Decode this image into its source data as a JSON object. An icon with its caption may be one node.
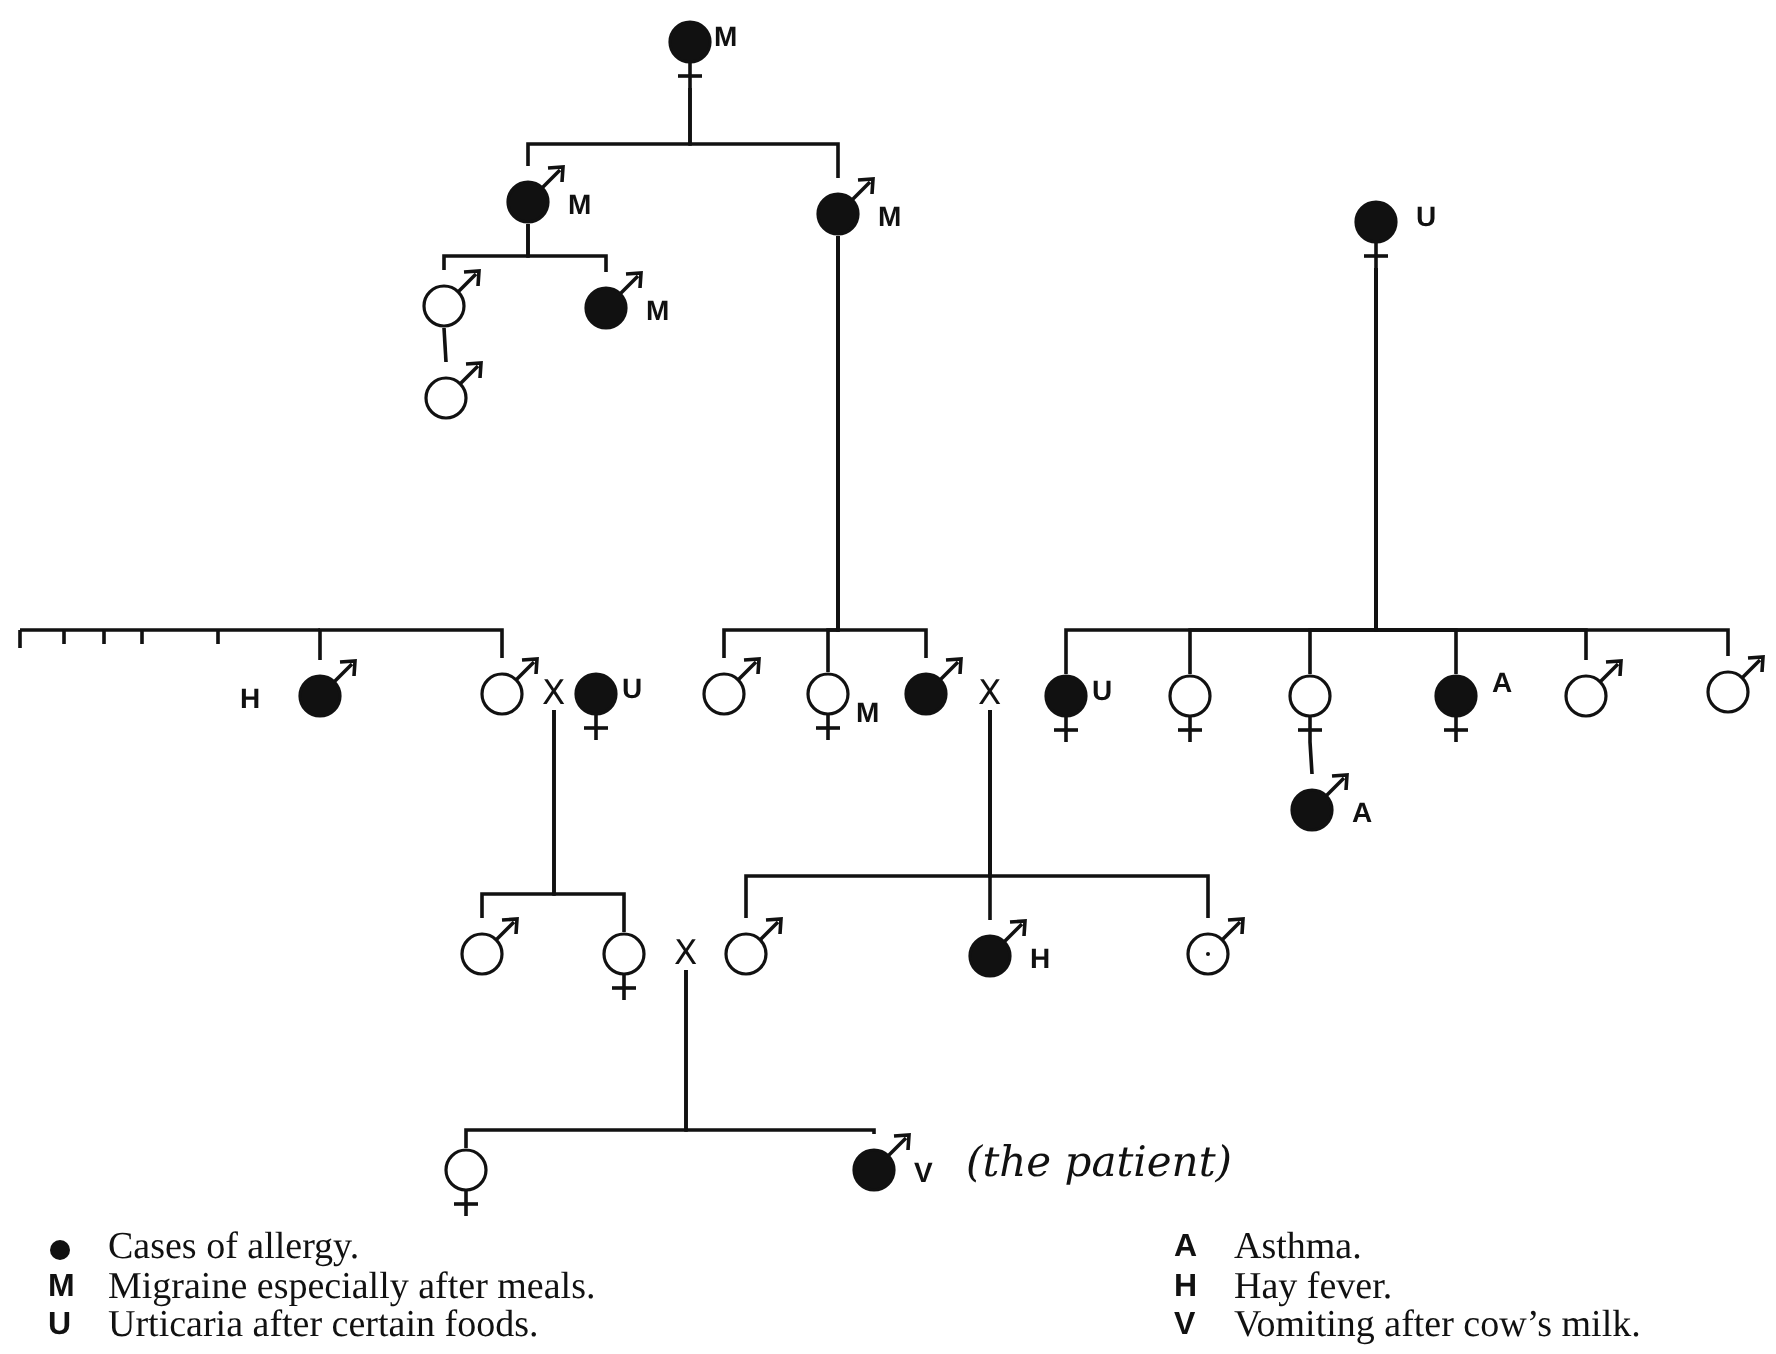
{
  "diagram": {
    "nodes": [
      {
        "text": [],
        "shape": "dot",
        "beside": [
          "M"
        ]
      },
      {
        "text": [],
        "shape": "dot",
        "beside": [
          "M"
        ]
      },
      {
        "text": [],
        "shape": "dot",
        "beside": [
          "M"
        ]
      },
      {
        "text": [],
        "shape": "dot",
        "beside": [
          "U"
        ]
      },
      {
        "text": [],
        "shape": "circle"
      },
      {
        "text": [],
        "shape": "dot",
        "beside": [
          "M"
        ]
      },
      {
        "text": [],
        "shape": "circle"
      },
      {
        "text": [],
        "shape": "dot",
        "beside": [
          "H"
        ]
      },
      {
        "text": [],
        "shape": "circle"
      },
      {
        "text": [
          "X"
        ]
      },
      {
        "text": [],
        "shape": "dot",
        "beside": [
          "U"
        ]
      },
      {
        "text": [],
        "shape": "circle"
      },
      {
        "text": [],
        "shape": "circle",
        "beside": [
          "M"
        ]
      },
      {
        "text": [],
        "shape": "dot"
      },
      {
        "text": [
          "X"
        ]
      },
      {
        "text": [],
        "shape": "dot",
        "beside": [
          "U"
        ]
      },
      {
        "text": [],
        "shape": "circle"
      },
      {
        "text": [],
        "shape": "circle"
      },
      {
        "text": [],
        "shape": "dot",
        "beside": [
          "A"
        ]
      },
      {
        "text": [],
        "shape": "circle"
      },
      {
        "text": [],
        "shape": "circle"
      },
      {
        "text": [],
        "shape": "dot",
        "beside": [
          "A"
        ]
      },
      {
        "text": [],
        "shape": "circle"
      },
      {
        "text": [],
        "shape": "circle"
      },
      {
        "text": [
          "X"
        ]
      },
      {
        "text": [],
        "shape": "circle"
      },
      {
        "text": [],
        "shape": "dot",
        "beside": [
          "H"
        ]
      },
      {
        "text": [],
        "shape": "circle"
      },
      {
        "text": [],
        "shape": "circle"
      },
      {
        "text": [],
        "shape": "dot",
        "beside": [
          "V",
          "(the patient)"
        ]
      }
    ],
    "edges": [
      {
        "from": 0,
        "to": 1,
        "arrow": "none"
      },
      {
        "from": 0,
        "to": 2,
        "arrow": "none"
      },
      {
        "from": 1,
        "to": 4,
        "arrow": "none"
      },
      {
        "from": 1,
        "to": 5,
        "arrow": "none"
      },
      {
        "from": 4,
        "to": 6,
        "arrow": "none"
      },
      {
        "from": 2,
        "to": 11,
        "arrow": "none"
      },
      {
        "from": 2,
        "to": 12,
        "arrow": "none"
      },
      {
        "from": 2,
        "to": 13,
        "arrow": "none"
      },
      {
        "from": 3,
        "to": 15,
        "arrow": "none"
      },
      {
        "from": 3,
        "to": 16,
        "arrow": "none"
      },
      {
        "from": 3,
        "to": 17,
        "arrow": "none"
      },
      {
        "from": 3,
        "to": 18,
        "arrow": "none"
      },
      {
        "from": 3,
        "to": 19,
        "arrow": "none"
      },
      {
        "from": 3,
        "to": 20,
        "arrow": "none"
      },
      {
        "from": 17,
        "to": 21,
        "arrow": "none"
      },
      {
        "from": 7,
        "to": 8,
        "arrow": "none"
      },
      {
        "from": 9,
        "to": 22,
        "arrow": "none"
      },
      {
        "from": 9,
        "to": 23,
        "arrow": "none"
      },
      {
        "from": 14,
        "to": 25,
        "arrow": "none"
      },
      {
        "from": 14,
        "to": 26,
        "arrow": "none"
      },
      {
        "from": 14,
        "to": 27,
        "arrow": "none"
      },
      {
        "from": 24,
        "to": 28,
        "arrow": "none"
      },
      {
        "from": 24,
        "to": 29,
        "arrow": "none"
      }
    ],
    "labels": [
      "M",
      "U",
      "A",
      "H",
      "V"
    ],
    "legend": [
      {
        "text": "Cases of allergy."
      },
      {
        "text": "Migraine especially after meals."
      },
      {
        "text": "Urticaria after certain foods."
      },
      {
        "text": "Asthma."
      },
      {
        "text": "Hay fever."
      },
      {
        "text": "Vomiting after cow’s milk."
      }
    ]
  }
}
